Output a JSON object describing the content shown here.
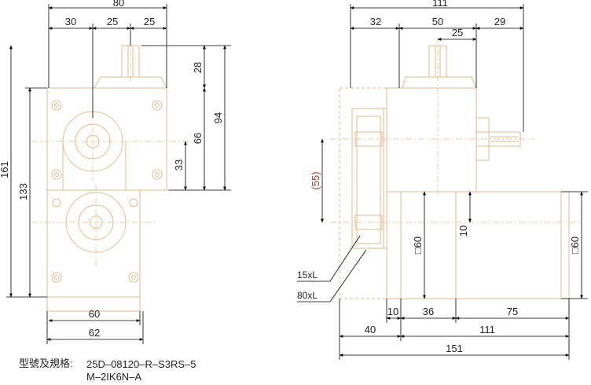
{
  "colors": {
    "outline": "#e8b98a",
    "dimension": "#000000",
    "centerline": "#e8b98a",
    "text": "#222222",
    "highlight": "#c0392b"
  },
  "front_view": {
    "dims": {
      "overall_width": "80",
      "left_offset": "30",
      "shaft_spacing_1": "25",
      "shaft_spacing_2": "25",
      "shaft_height": "28",
      "upper_height": "94",
      "center_height": "66",
      "lower_center": "33",
      "overall_height": "161",
      "body_height": "133",
      "base_inner_width": "60",
      "base_outer_width": "62"
    }
  },
  "side_view": {
    "dims": {
      "overall_width": "111",
      "left_section": "32",
      "middle_section": "50",
      "shaft_offset": "25",
      "right_section": "29",
      "center_distance": "(55)",
      "motor_diameter_left": "□60",
      "shaft_offset_small": "10",
      "motor_diameter_right": "□60",
      "flange_thickness": "10",
      "motor_section": "36",
      "motor_length": "75",
      "offset_40": "40",
      "motor_total": "111",
      "total_length": "151"
    },
    "callouts": {
      "screw_1": "15xL",
      "screw_2": "80xL"
    }
  },
  "spec": {
    "label": "型號及規格:",
    "model_line_1": "25D–08120–R–S3RS–5",
    "model_line_2": "M–2IK6N–A"
  }
}
